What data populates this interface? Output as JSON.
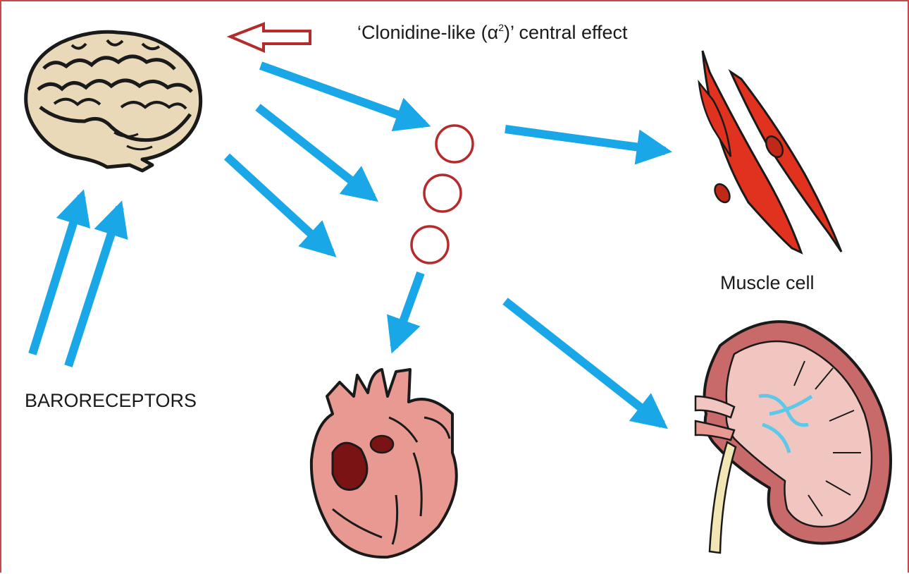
{
  "labels": {
    "central_prefix": "‘Clonidine-like (α",
    "central_sup": "2",
    "central_suffix": ")’ central effect",
    "muscle_cell": "Muscle cell",
    "baroreceptors": "BARORECEPTORS"
  },
  "colors": {
    "arrow_blue": "#1aa7e8",
    "outline_red": "#b52a2a",
    "border_red": "#c44a4a"
  },
  "icons": [
    "brain-icon",
    "muscle-cell-icon",
    "heart-icon",
    "kidney-icon"
  ]
}
